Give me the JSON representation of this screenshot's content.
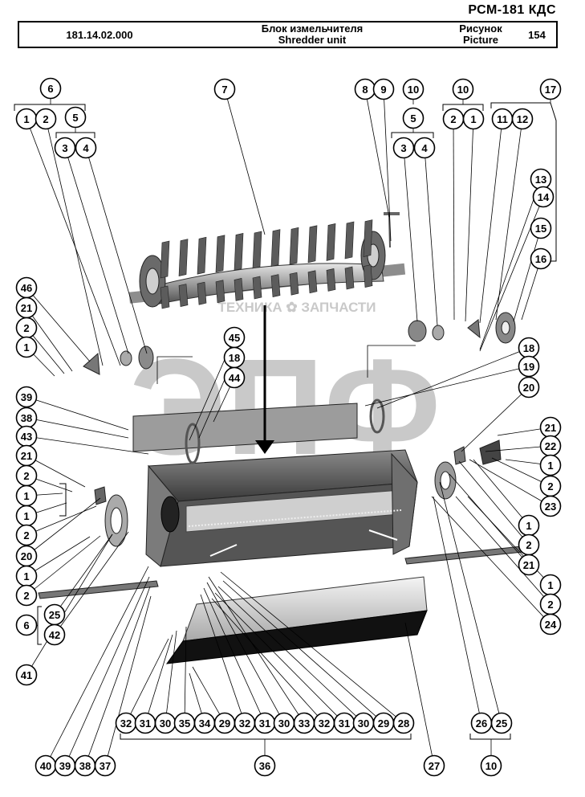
{
  "header": {
    "brand": "РСМ-181 КДС",
    "code": "181.14.02.000",
    "name_ru": "Блок измельчителя",
    "name_en": "Shredder unit",
    "picture_ru": "Рисунок",
    "picture_en": "Picture",
    "picture_number": "154"
  },
  "watermark": {
    "logo_letters": "ЭПФ",
    "line": "ТЕХНИКА ✿ ЗАПЧАСТИ"
  },
  "callouts": [
    {
      "id": "c6a",
      "label": "6"
    },
    {
      "id": "c1a",
      "label": "1"
    },
    {
      "id": "c2a",
      "label": "2"
    },
    {
      "id": "c5a",
      "label": "5"
    },
    {
      "id": "c3a",
      "label": "3"
    },
    {
      "id": "c4a",
      "label": "4"
    },
    {
      "id": "c7",
      "label": "7"
    },
    {
      "id": "c8",
      "label": "8"
    },
    {
      "id": "c9",
      "label": "9"
    },
    {
      "id": "c10a",
      "label": "10"
    },
    {
      "id": "c5b",
      "label": "5"
    },
    {
      "id": "c3b",
      "label": "3"
    },
    {
      "id": "c4b",
      "label": "4"
    },
    {
      "id": "c10b",
      "label": "10"
    },
    {
      "id": "c2b",
      "label": "2"
    },
    {
      "id": "c1b",
      "label": "1"
    },
    {
      "id": "c17",
      "label": "17"
    },
    {
      "id": "c11",
      "label": "11"
    },
    {
      "id": "c12",
      "label": "12"
    },
    {
      "id": "c13",
      "label": "13"
    },
    {
      "id": "c14",
      "label": "14"
    },
    {
      "id": "c15",
      "label": "15"
    },
    {
      "id": "c16",
      "label": "16"
    },
    {
      "id": "c46",
      "label": "46"
    },
    {
      "id": "c21a",
      "label": "21"
    },
    {
      "id": "c2c",
      "label": "2"
    },
    {
      "id": "c1c",
      "label": "1"
    },
    {
      "id": "c45",
      "label": "45"
    },
    {
      "id": "c18a",
      "label": "18"
    },
    {
      "id": "c44",
      "label": "44"
    },
    {
      "id": "c18b",
      "label": "18"
    },
    {
      "id": "c19",
      "label": "19"
    },
    {
      "id": "c20a",
      "label": "20"
    },
    {
      "id": "c39a",
      "label": "39"
    },
    {
      "id": "c38a",
      "label": "38"
    },
    {
      "id": "c43",
      "label": "43"
    },
    {
      "id": "c21b",
      "label": "21"
    },
    {
      "id": "c2d",
      "label": "2"
    },
    {
      "id": "c1d",
      "label": "1"
    },
    {
      "id": "c1e",
      "label": "1"
    },
    {
      "id": "c2e",
      "label": "2"
    },
    {
      "id": "c20b",
      "label": "20"
    },
    {
      "id": "c1f",
      "label": "1"
    },
    {
      "id": "c2f",
      "label": "2"
    },
    {
      "id": "c21c",
      "label": "21"
    },
    {
      "id": "c22",
      "label": "22"
    },
    {
      "id": "c1g",
      "label": "1"
    },
    {
      "id": "c2g",
      "label": "2"
    },
    {
      "id": "c23",
      "label": "23"
    },
    {
      "id": "c1h",
      "label": "1"
    },
    {
      "id": "c2h",
      "label": "2"
    },
    {
      "id": "c21d",
      "label": "21"
    },
    {
      "id": "c1i",
      "label": "1"
    },
    {
      "id": "c2i",
      "label": "2"
    },
    {
      "id": "c24",
      "label": "24"
    },
    {
      "id": "c6b",
      "label": "6"
    },
    {
      "id": "c25a",
      "label": "25"
    },
    {
      "id": "c42",
      "label": "42"
    },
    {
      "id": "c41",
      "label": "41"
    },
    {
      "id": "c32a",
      "label": "32"
    },
    {
      "id": "c31a",
      "label": "31"
    },
    {
      "id": "c30a",
      "label": "30"
    },
    {
      "id": "c35",
      "label": "35"
    },
    {
      "id": "c34",
      "label": "34"
    },
    {
      "id": "c29a",
      "label": "29"
    },
    {
      "id": "c32b",
      "label": "32"
    },
    {
      "id": "c31b",
      "label": "31"
    },
    {
      "id": "c30b",
      "label": "30"
    },
    {
      "id": "c33",
      "label": "33"
    },
    {
      "id": "c32c",
      "label": "32"
    },
    {
      "id": "c31c",
      "label": "31"
    },
    {
      "id": "c30c",
      "label": "30"
    },
    {
      "id": "c29b",
      "label": "29"
    },
    {
      "id": "c28",
      "label": "28"
    },
    {
      "id": "c26",
      "label": "26"
    },
    {
      "id": "c25b",
      "label": "25"
    },
    {
      "id": "c36",
      "label": "36"
    },
    {
      "id": "c10c",
      "label": "10"
    },
    {
      "id": "c27",
      "label": "27"
    },
    {
      "id": "c40",
      "label": "40"
    },
    {
      "id": "c39b",
      "label": "39"
    },
    {
      "id": "c38b",
      "label": "38"
    },
    {
      "id": "c37",
      "label": "37"
    }
  ]
}
